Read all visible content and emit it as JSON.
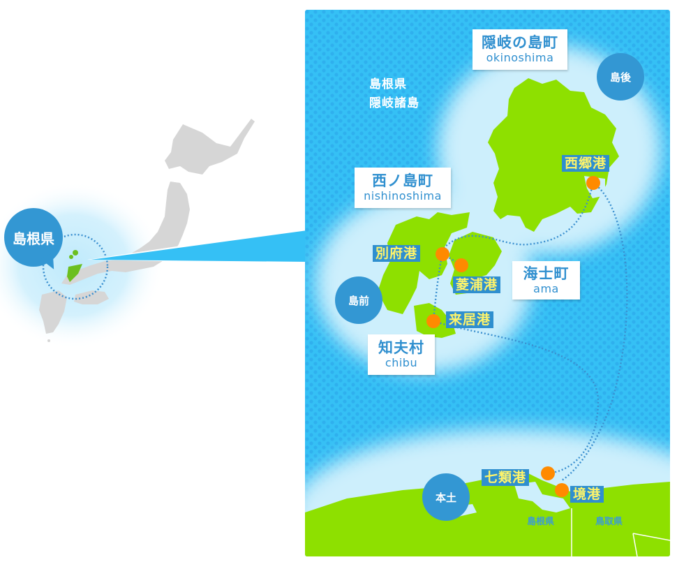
{
  "overview": {
    "highlight_label": "島根県",
    "badge_color": "#3397d3",
    "land_color": "#d6d6d6",
    "highlight_color": "#6cbf1f"
  },
  "map": {
    "region_title": [
      "島根県",
      "隠岐諸島"
    ],
    "colors": {
      "sea": "#35c0f5",
      "shallow_sea": "#cdeffc",
      "land": "#8ee000",
      "port_dot": "#ff8a00",
      "label_bg": "#2f8fcf",
      "label_text": "#fff46a",
      "route": "#3a8fcf"
    },
    "areas": [
      {
        "id": "dogo",
        "label": "島後"
      },
      {
        "id": "dozen",
        "label": "島前"
      },
      {
        "id": "hondo",
        "label": "本土"
      }
    ],
    "towns": [
      {
        "id": "okinoshima",
        "jp": "隠岐の島町",
        "en": "okinoshima"
      },
      {
        "id": "nishinoshima",
        "jp": "西ノ島町",
        "en": "nishinoshima"
      },
      {
        "id": "ama",
        "jp": "海士町",
        "en": "ama"
      },
      {
        "id": "chibu",
        "jp": "知夫村",
        "en": "chibu"
      }
    ],
    "ports": [
      {
        "id": "saigo",
        "label": "西郷港"
      },
      {
        "id": "beppu",
        "label": "別府港"
      },
      {
        "id": "hishiura",
        "label": "菱浦港"
      },
      {
        "id": "kurii",
        "label": "来居港"
      },
      {
        "id": "shichirui",
        "label": "七類港"
      },
      {
        "id": "sakai",
        "label": "境港"
      }
    ],
    "prefectures": [
      {
        "id": "shimane",
        "label": "島根県"
      },
      {
        "id": "tottori",
        "label": "鳥取県"
      }
    ]
  }
}
